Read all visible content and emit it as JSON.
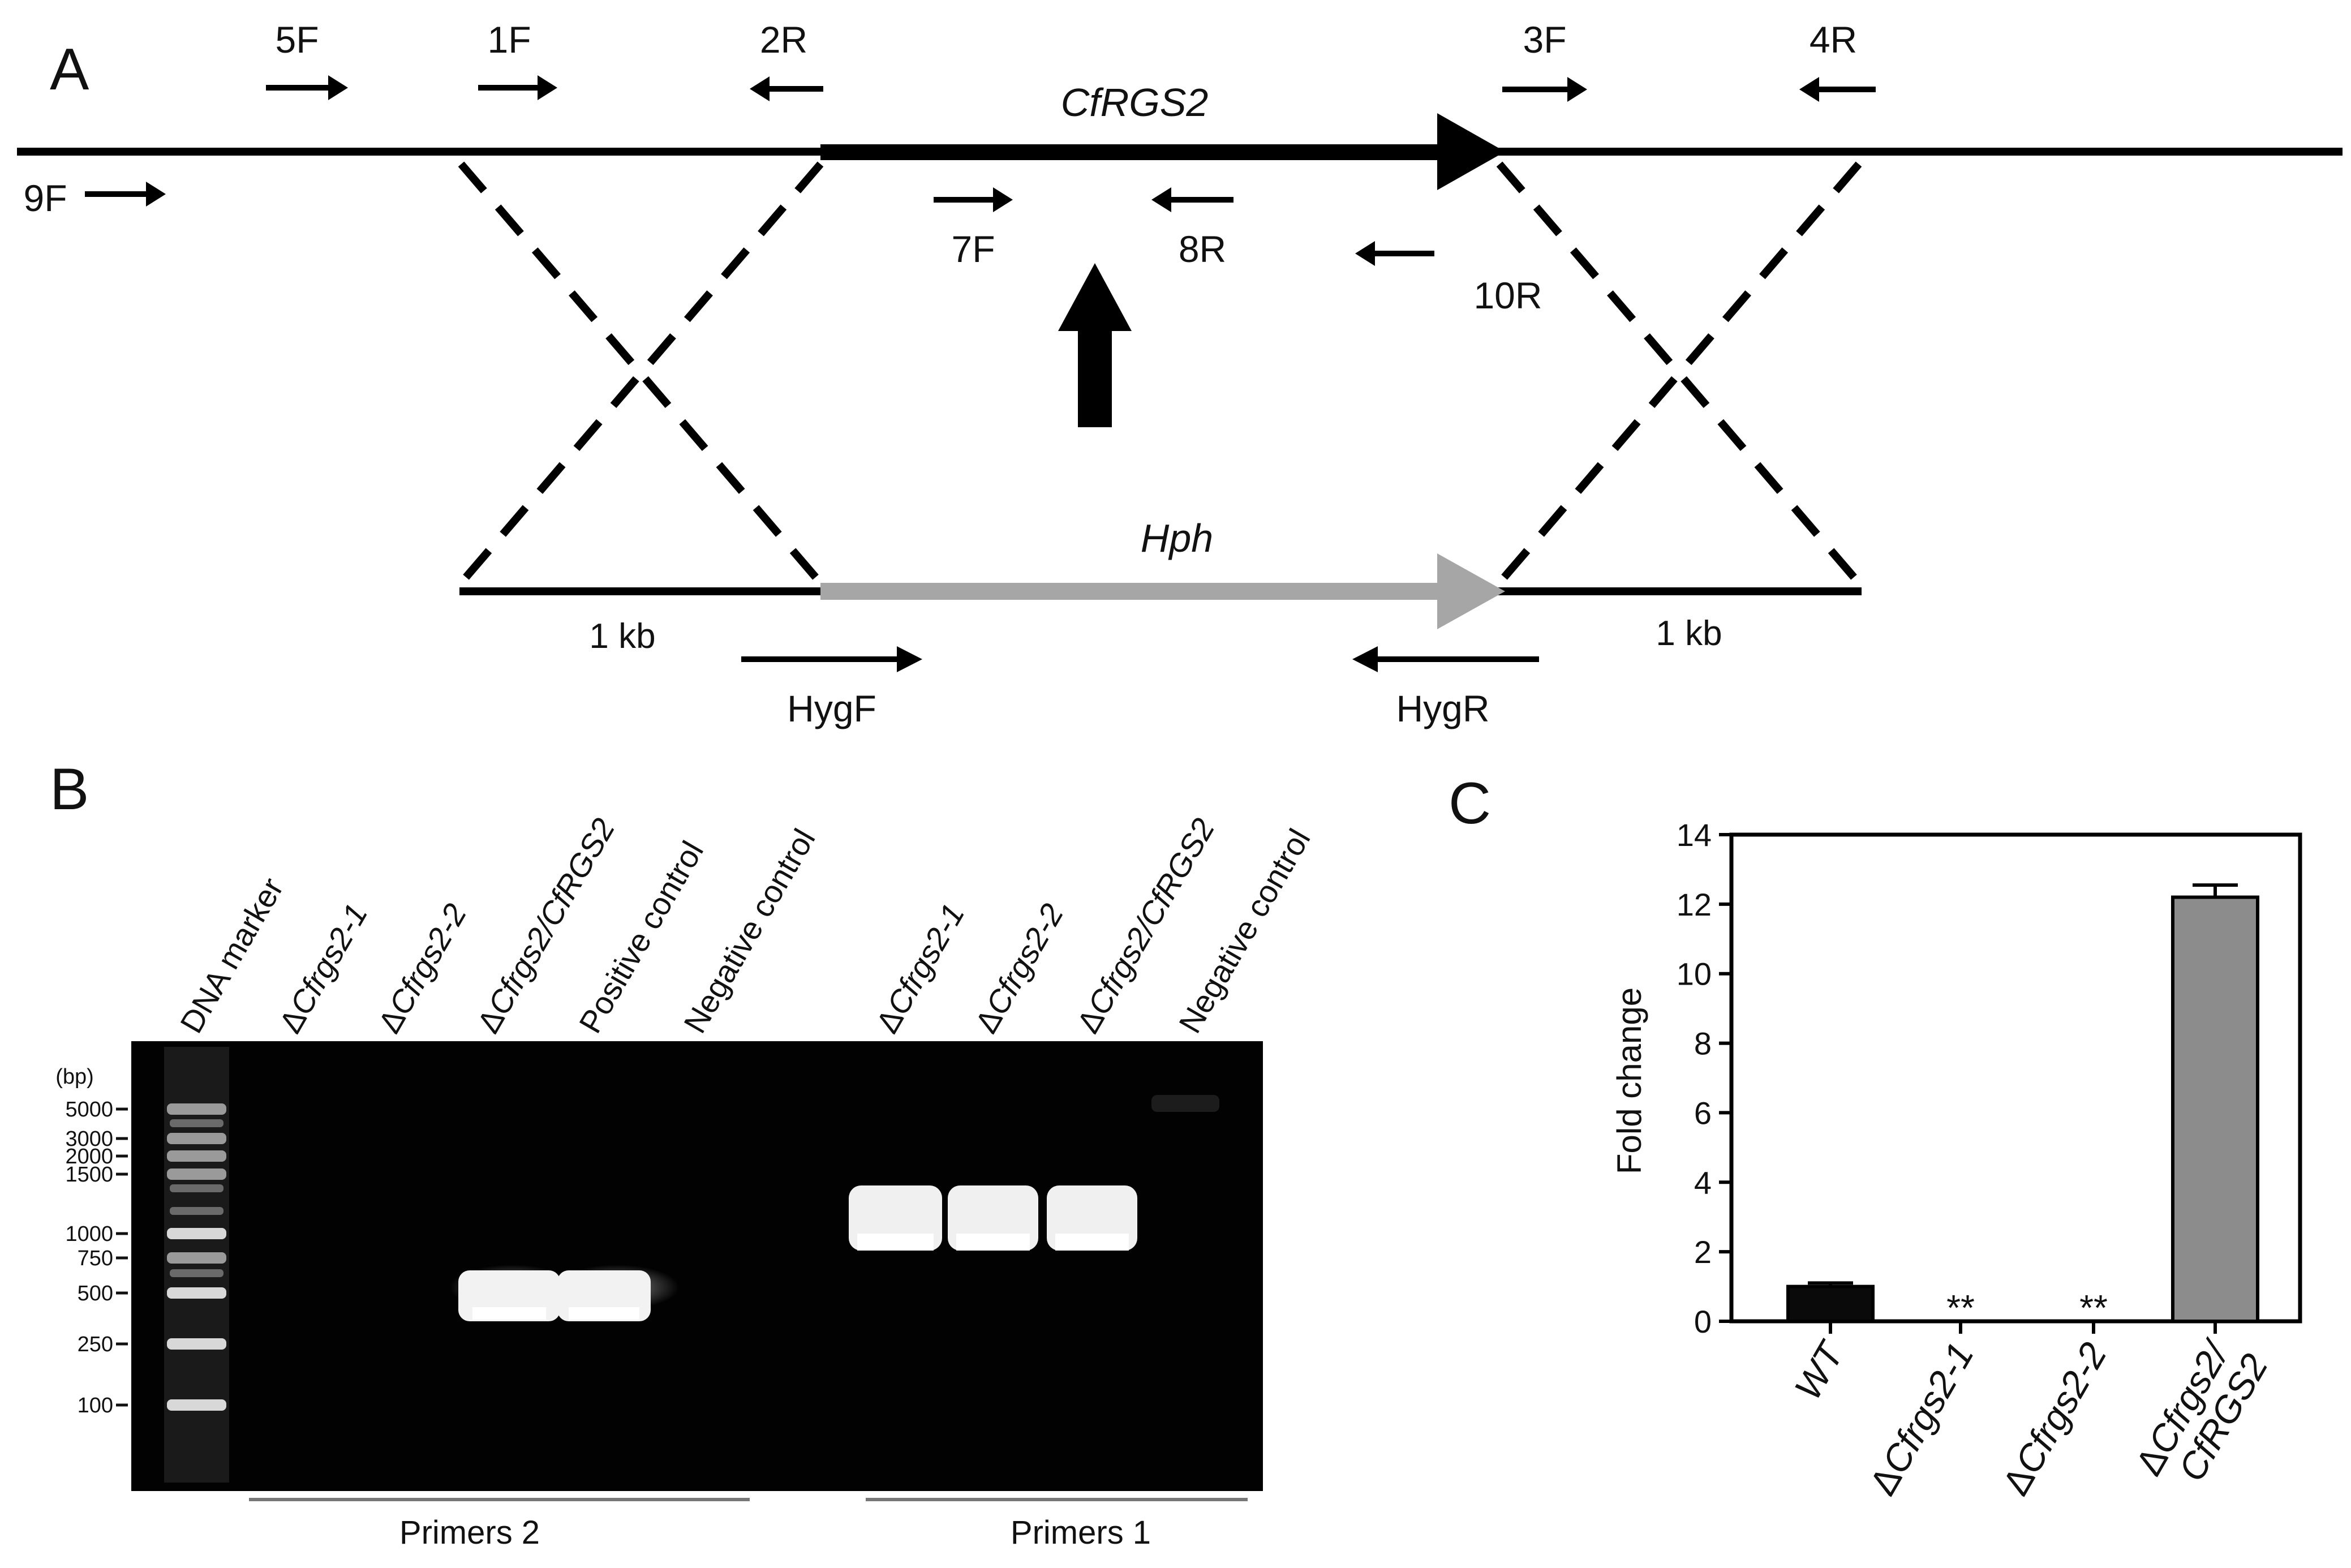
{
  "panels": [
    "A",
    "B",
    "C"
  ],
  "panelA": {
    "gene_label": "CfRGS2",
    "marker_label": "Hph",
    "flank_left": "1 kb",
    "flank_right": "1 kb",
    "primers": {
      "p5F": "5F",
      "p1F": "1F",
      "p2R": "2R",
      "p3F": "3F",
      "p4R": "4R",
      "p9F": "9F",
      "p7F": "7F",
      "p8R": "8R",
      "p10R": "10R",
      "hygF": "HygF",
      "hygR": "HygR"
    }
  },
  "panelB": {
    "unit": "(bp)",
    "ladder": [
      "5000",
      "3000",
      "2000",
      "1500",
      "1000",
      "750",
      "500",
      "250",
      "100"
    ],
    "lanes": [
      {
        "prefix": "",
        "italic": "",
        "suffix": "DNA marker"
      },
      {
        "prefix": "Δ",
        "italic": "Cfrgs2-1",
        "suffix": ""
      },
      {
        "prefix": "Δ",
        "italic": "Cfrgs2-2",
        "suffix": ""
      },
      {
        "prefix": "Δ",
        "italic": "Cfrgs2/CfRGS2",
        "suffix": ""
      },
      {
        "prefix": "",
        "italic": "",
        "suffix": "Positive control"
      },
      {
        "prefix": "",
        "italic": "",
        "suffix": "Negative control"
      },
      {
        "prefix": "Δ",
        "italic": "Cfrgs2-1",
        "suffix": ""
      },
      {
        "prefix": "Δ",
        "italic": "Cfrgs2-2",
        "suffix": ""
      },
      {
        "prefix": "Δ",
        "italic": "Cfrgs2/CfRGS2",
        "suffix": ""
      },
      {
        "prefix": "",
        "italic": "",
        "suffix": "Negative control"
      }
    ],
    "groups": [
      "Primers 2",
      "Primers 1"
    ]
  },
  "chart_data": {
    "type": "bar",
    "ylabel": "Fold change",
    "ylim": [
      0,
      14
    ],
    "yticks": [
      0,
      2,
      4,
      6,
      8,
      10,
      12,
      14
    ],
    "categories": [
      {
        "prefix": "",
        "italic": "WT",
        "line2": ""
      },
      {
        "prefix": "Δ",
        "italic": "Cfrgs2-1",
        "line2": ""
      },
      {
        "prefix": "Δ",
        "italic": "Cfrgs2-2",
        "line2": ""
      },
      {
        "prefix": "Δ",
        "italic": "Cfrgs2/",
        "line2": "CfRGS2"
      }
    ],
    "values": [
      1.0,
      0,
      0,
      12.2
    ],
    "errors": [
      0.1,
      0,
      0,
      0.35
    ],
    "annotations": [
      "",
      "**",
      "**",
      ""
    ],
    "colors": [
      "#0a0a0a",
      "#0a0a0a",
      "#0a0a0a",
      "#8c8c8c"
    ]
  }
}
